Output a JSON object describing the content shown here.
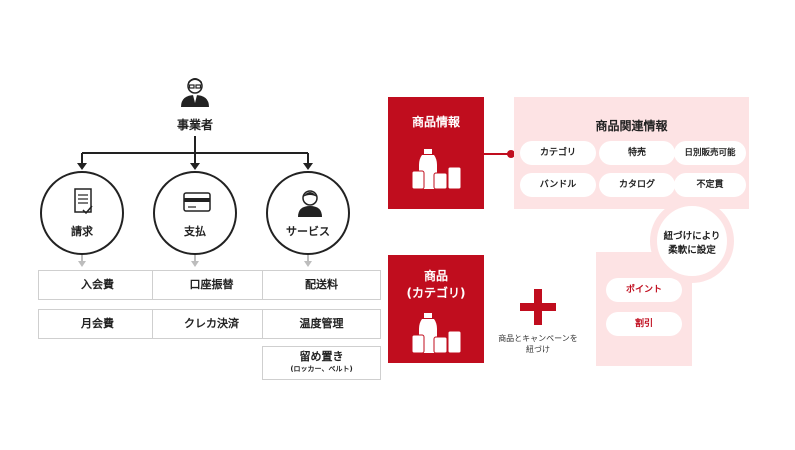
{
  "left": {
    "root_label": "事業者",
    "categories": [
      {
        "label": "請求",
        "icon": "invoice-document-icon",
        "items": [
          "入会費",
          "月会費"
        ]
      },
      {
        "label": "支払",
        "icon": "credit-card-icon",
        "items": [
          "口座振替",
          "クレカ決済"
        ]
      },
      {
        "label": "サービス",
        "icon": "person-avatar-icon",
        "items": [
          "配送料",
          "温度管理",
          "留め置き"
        ],
        "last_item_note": "(ロッカー、ベルト)"
      }
    ]
  },
  "right": {
    "product_info": "商品情報",
    "related_title": "商品関連情報",
    "related_items": [
      "カテゴリ",
      "特売",
      "日別販売可能",
      "バンドル",
      "カタログ",
      "不定貫"
    ],
    "bubble_text": [
      "紐づけにより",
      "柔軟に設定"
    ],
    "product_category": [
      "商品",
      "(カテゴリ)"
    ],
    "plus_caption": [
      "商品とキャンペーンを",
      "紐づけ"
    ],
    "campaign_items": [
      "ポイント",
      "割引"
    ]
  },
  "colors": {
    "accent_red": "#c00d1e",
    "panel_pink": "#fde3e4",
    "line": "#222222",
    "gray_arrow": "#bdbdbd"
  }
}
